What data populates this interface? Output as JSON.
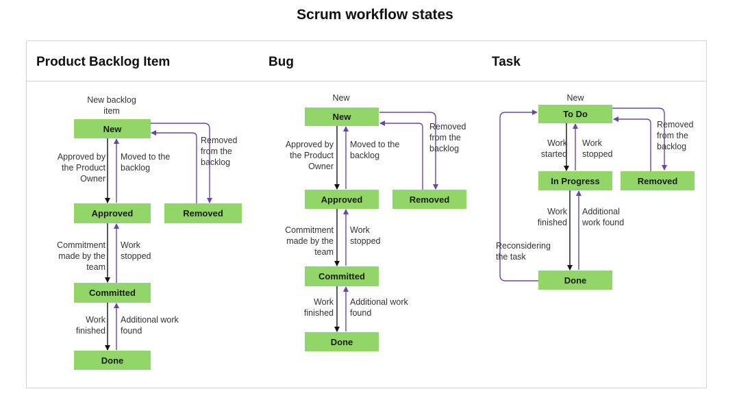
{
  "page_title": "Scrum workflow states",
  "colors": {
    "state_fill": "#92d667",
    "forward_arrow": "#111111",
    "back_arrow": "#6a45a8",
    "frame_border": "#d4d4d4"
  },
  "columns": {
    "pbi": {
      "title": "Product Backlog Item",
      "states": {
        "new": "New",
        "approved": "Approved",
        "committed": "Committed",
        "done": "Done",
        "removed": "Removed"
      },
      "labels": {
        "entry": "New backlog\nitem",
        "approved_by_po": "Approved by\nthe Product\nOwner",
        "moved_to_backlog": "Moved to the\nbacklog",
        "removed_from_backlog": "Removed\nfrom the\nbacklog",
        "commitment": "Commitment\nmade by the\nteam",
        "work_stopped": "Work\nstopped",
        "work_finished": "Work\nfinished",
        "additional_work": "Additional work\nfound"
      }
    },
    "bug": {
      "title": "Bug",
      "states": {
        "new": "New",
        "approved": "Approved",
        "committed": "Committed",
        "done": "Done",
        "removed": "Removed"
      },
      "labels": {
        "entry": "New",
        "approved_by_po": "Approved by\nthe Product\nOwner",
        "moved_to_backlog": "Moved to the\nbacklog",
        "removed_from_backlog": "Removed\nfrom the\nbacklog",
        "commitment": "Commitment\nmade by the\nteam",
        "work_stopped": "Work\nstopped",
        "work_finished": "Work\nfinished",
        "additional_work": "Additional work\nfound"
      }
    },
    "task": {
      "title": "Task",
      "states": {
        "todo": "To Do",
        "in_progress": "In Progress",
        "done": "Done",
        "removed": "Removed"
      },
      "labels": {
        "entry": "New",
        "work_started": "Work\nstarted",
        "work_stopped": "Work\nstopped",
        "removed_from_backlog": "Removed\nfrom the\nbacklog",
        "work_finished": "Work\nfinished",
        "additional_work": "Additional\nwork found",
        "reconsidering": "Reconsidering\nthe task"
      }
    }
  }
}
